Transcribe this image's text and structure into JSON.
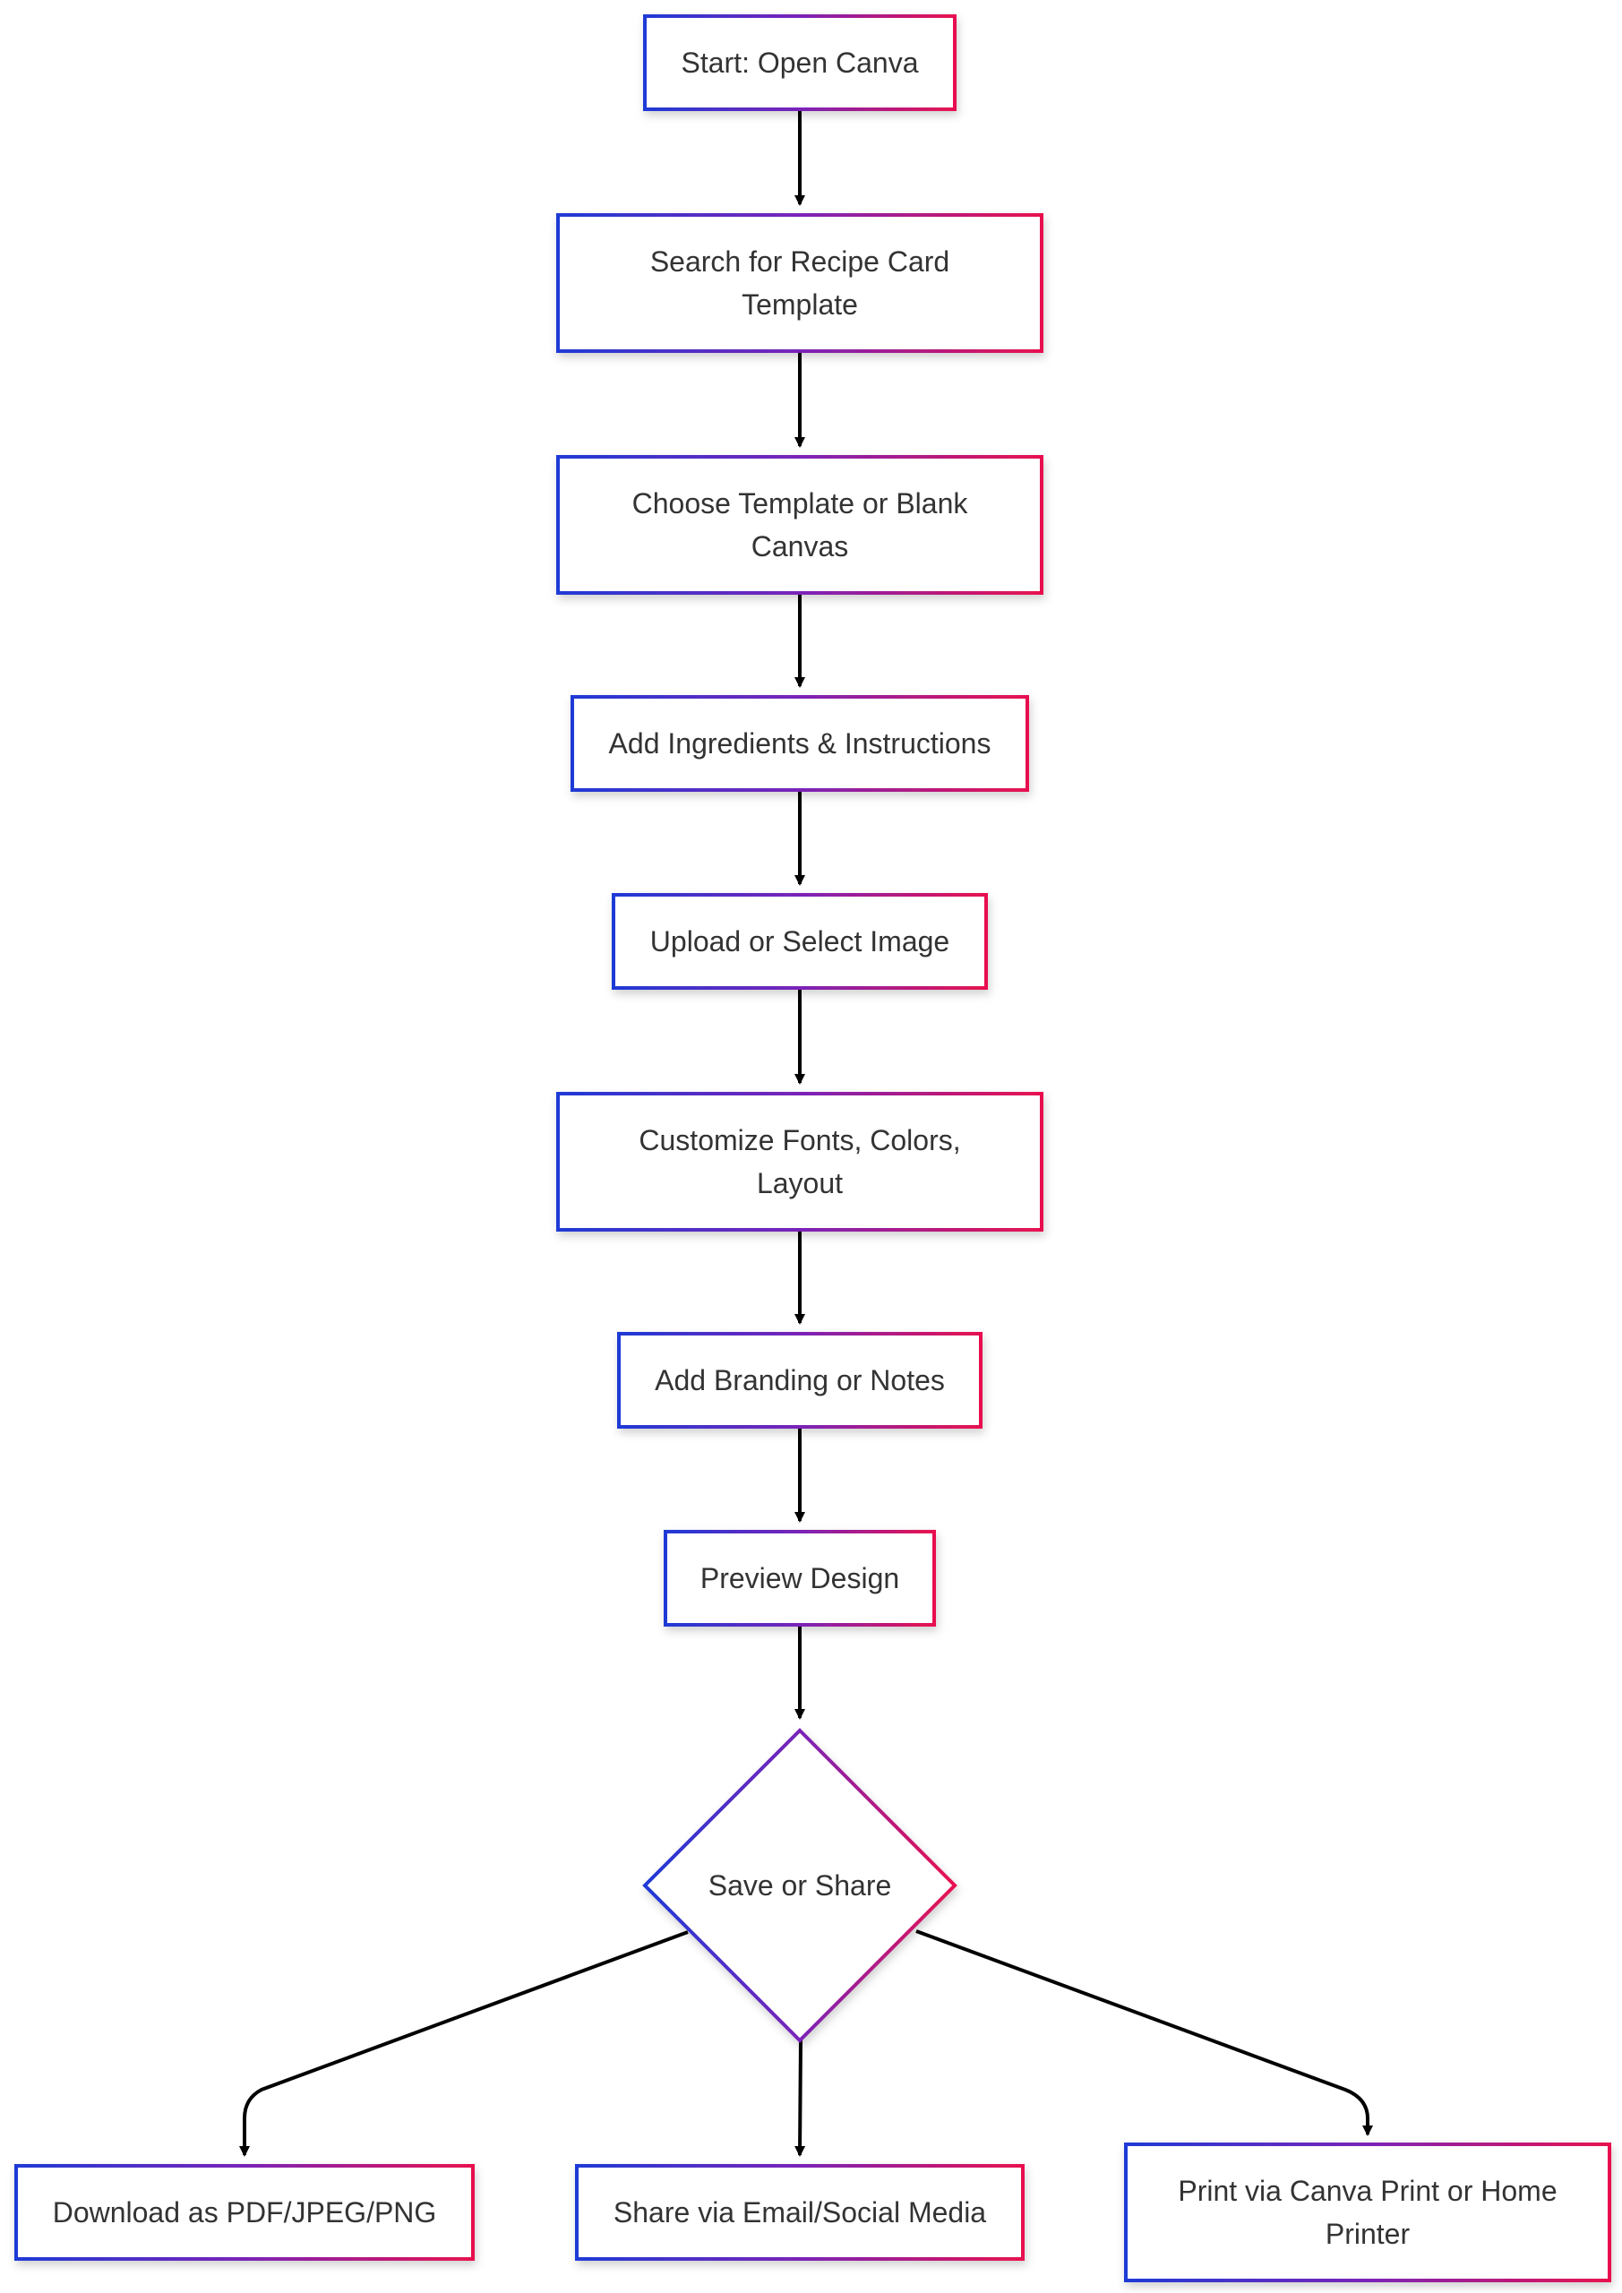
{
  "flowchart": {
    "colors": {
      "gradient_start": "#1f3ad6",
      "gradient_mid": "#7a24b8",
      "gradient_end": "#e8114f",
      "edge": "#000000",
      "text": "#333333",
      "background": "#ffffff"
    },
    "nodes": [
      {
        "id": "start",
        "shape": "rect",
        "lines": [
          "Start: Open Canva"
        ]
      },
      {
        "id": "search",
        "shape": "rect",
        "lines": [
          "Search for Recipe Card",
          "Template"
        ]
      },
      {
        "id": "choose",
        "shape": "rect",
        "lines": [
          "Choose Template or Blank",
          "Canvas"
        ]
      },
      {
        "id": "ingredients",
        "shape": "rect",
        "lines": [
          "Add Ingredients & Instructions"
        ]
      },
      {
        "id": "upload",
        "shape": "rect",
        "lines": [
          "Upload or Select Image"
        ]
      },
      {
        "id": "customize",
        "shape": "rect",
        "lines": [
          "Customize Fonts, Colors,",
          "Layout"
        ]
      },
      {
        "id": "branding",
        "shape": "rect",
        "lines": [
          "Add Branding or Notes"
        ]
      },
      {
        "id": "preview",
        "shape": "rect",
        "lines": [
          "Preview Design"
        ]
      },
      {
        "id": "decision",
        "shape": "diamond",
        "lines": [
          "Save or Share"
        ]
      },
      {
        "id": "download",
        "shape": "rect",
        "lines": [
          "Download as PDF/JPEG/PNG"
        ]
      },
      {
        "id": "share",
        "shape": "rect",
        "lines": [
          "Share via Email/Social Media"
        ]
      },
      {
        "id": "print",
        "shape": "rect",
        "lines": [
          "Print via Canva Print or Home",
          "Printer"
        ]
      }
    ],
    "edges": [
      {
        "from": "start",
        "to": "search"
      },
      {
        "from": "search",
        "to": "choose"
      },
      {
        "from": "choose",
        "to": "ingredients"
      },
      {
        "from": "ingredients",
        "to": "upload"
      },
      {
        "from": "upload",
        "to": "customize"
      },
      {
        "from": "customize",
        "to": "branding"
      },
      {
        "from": "branding",
        "to": "preview"
      },
      {
        "from": "preview",
        "to": "decision"
      },
      {
        "from": "decision",
        "to": "download"
      },
      {
        "from": "decision",
        "to": "share"
      },
      {
        "from": "decision",
        "to": "print"
      }
    ]
  }
}
